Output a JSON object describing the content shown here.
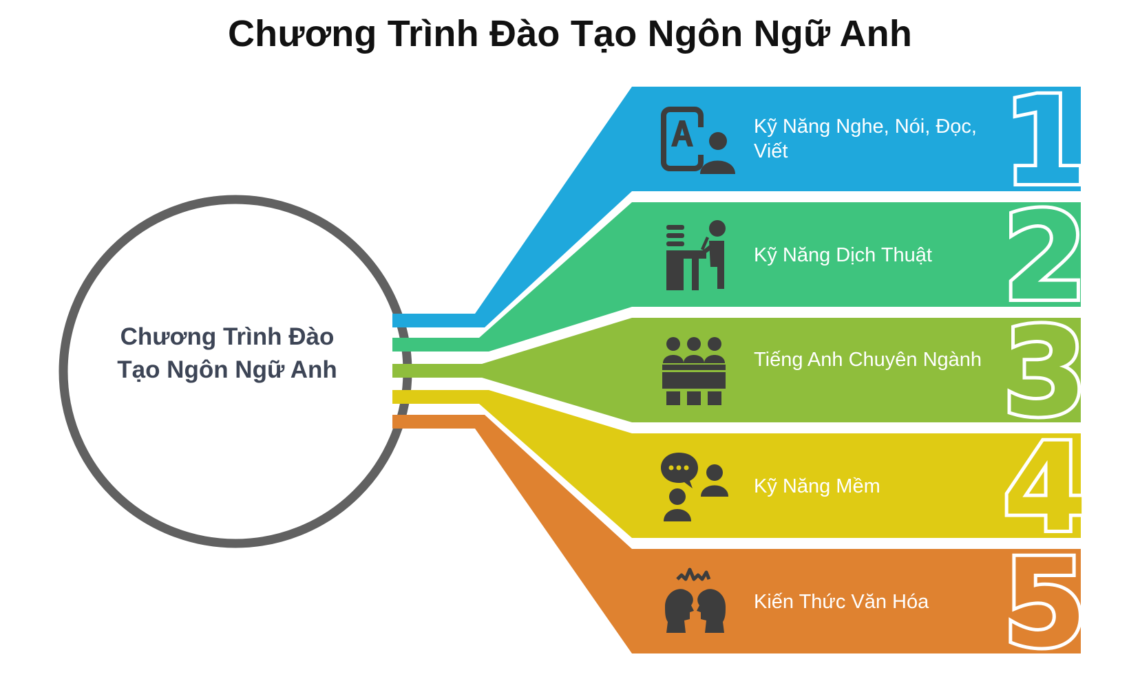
{
  "title": "Chương Trình Đào Tạo Ngôn Ngữ Anh",
  "hub": {
    "label": "Chương Trình Đào Tạo Ngôn Ngữ Anh",
    "ring_color": "#616161"
  },
  "icon_color": "#3d3d3d",
  "items": [
    {
      "number": "1",
      "label": "Kỹ Năng Nghe, Nói, Đọc, Viết",
      "icon": "alphabet-learner-icon",
      "color": "#1fa8dc"
    },
    {
      "number": "2",
      "label": "Kỹ Năng Dịch Thuật",
      "icon": "translator-desk-icon",
      "color": "#3ec47e"
    },
    {
      "number": "3",
      "label": "Tiếng Anh Chuyên Ngành",
      "icon": "meeting-group-icon",
      "color": "#8fbe3c"
    },
    {
      "number": "4",
      "label": "Kỹ Năng Mềm",
      "icon": "conversation-icon",
      "color": "#dfcb14"
    },
    {
      "number": "5",
      "label": "Kiến Thức Văn Hóa",
      "icon": "heads-exchange-icon",
      "color": "#df8230"
    }
  ]
}
